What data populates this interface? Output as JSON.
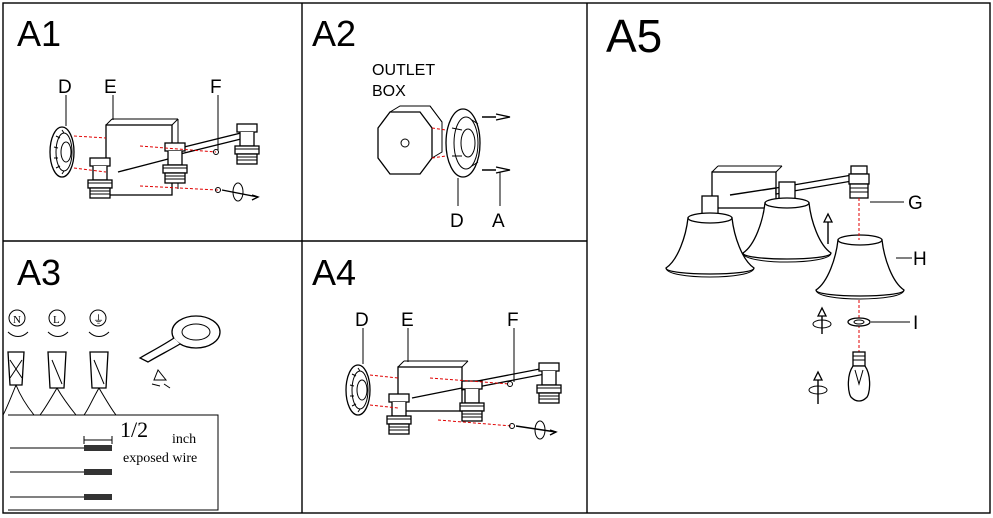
{
  "panels": {
    "a1": {
      "label": "A1",
      "callouts": {
        "d": "D",
        "e": "E",
        "f": "F"
      }
    },
    "a2": {
      "label": "A2",
      "outlet_line1": "OUTLET",
      "outlet_line2": "BOX",
      "callouts": {
        "d": "D",
        "a": "A"
      }
    },
    "a3": {
      "label": "A3",
      "terminals": {
        "n": "N",
        "l": "L",
        "ground": "⏚"
      },
      "wire_length": "1/2",
      "wire_length_unit": "inch",
      "wire_caption": "exposed wire"
    },
    "a4": {
      "label": "A4",
      "callouts": {
        "d": "D",
        "e": "E",
        "f": "F"
      }
    },
    "a5": {
      "label": "A5",
      "callouts": {
        "g": "G",
        "h": "H",
        "i": "I"
      }
    }
  }
}
